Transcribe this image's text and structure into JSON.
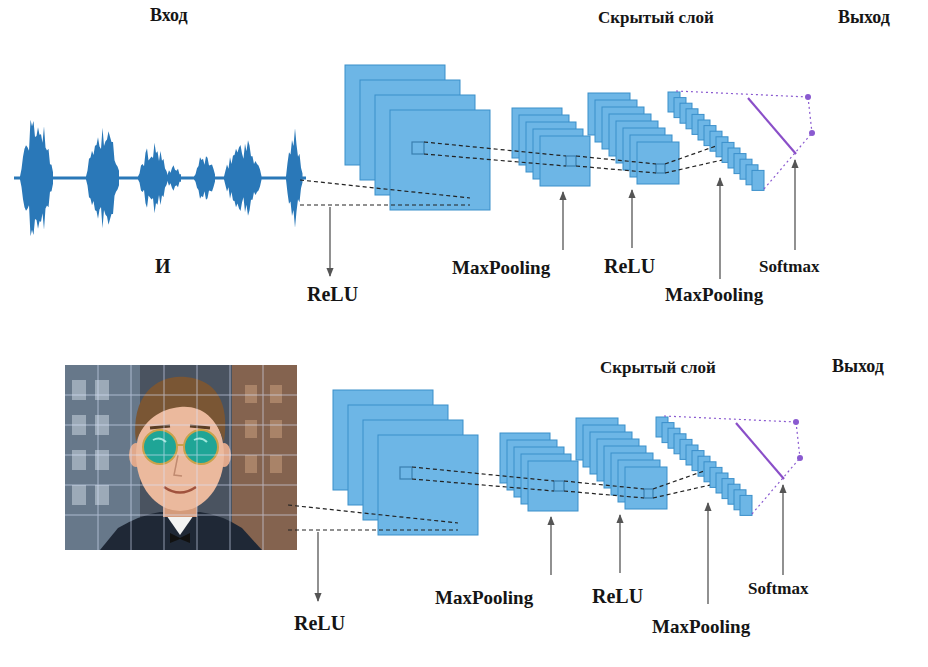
{
  "diagram": {
    "labels": [
      "Вход",
      "Скрытый слой",
      "Выход",
      "И",
      "ReLU",
      "MaxPooling",
      "ReLU",
      "Softmax",
      "MaxPooling",
      "Скрытый слой",
      "Выход",
      "ReLU",
      "MaxPooling",
      "ReLU",
      "Softmax",
      "MaxPooling"
    ]
  }
}
